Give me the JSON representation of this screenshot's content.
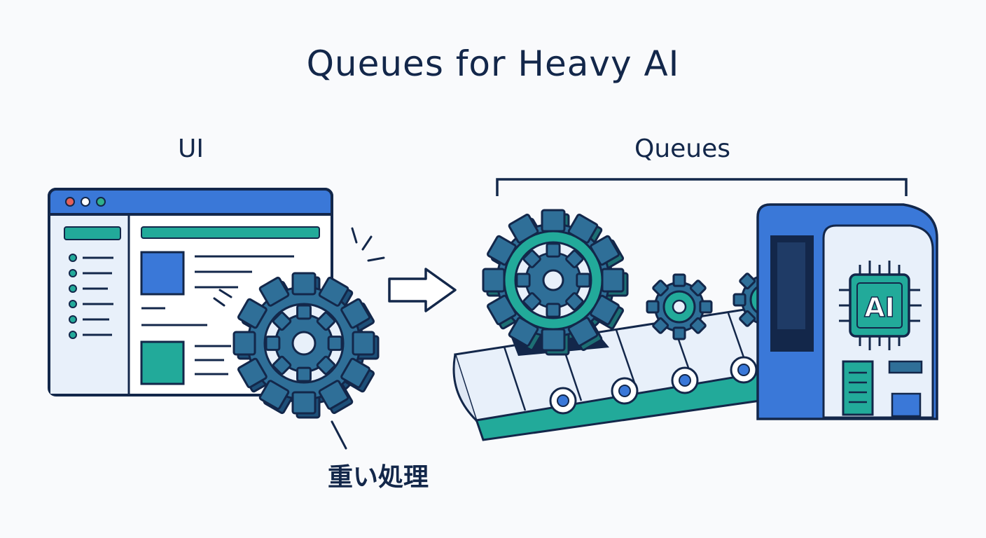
{
  "title": "Queues for Heavy AI",
  "labels": {
    "ui": "UI",
    "queues": "Queues",
    "heavy_processing": "重い処理",
    "ai_chip": "AI"
  },
  "colors": {
    "navy": "#13274a",
    "blue": "#3a78d8",
    "teal": "#22aa9a",
    "gear_blue": "#2f6f98",
    "light": "#e8f0fa",
    "window_red": "#e4605a",
    "window_green": "#2fb08c"
  },
  "icons": [
    "browser-window-icon",
    "gear-icon",
    "arrow-right-icon",
    "conveyor-belt-icon",
    "ai-machine-icon",
    "ai-chip-icon"
  ]
}
